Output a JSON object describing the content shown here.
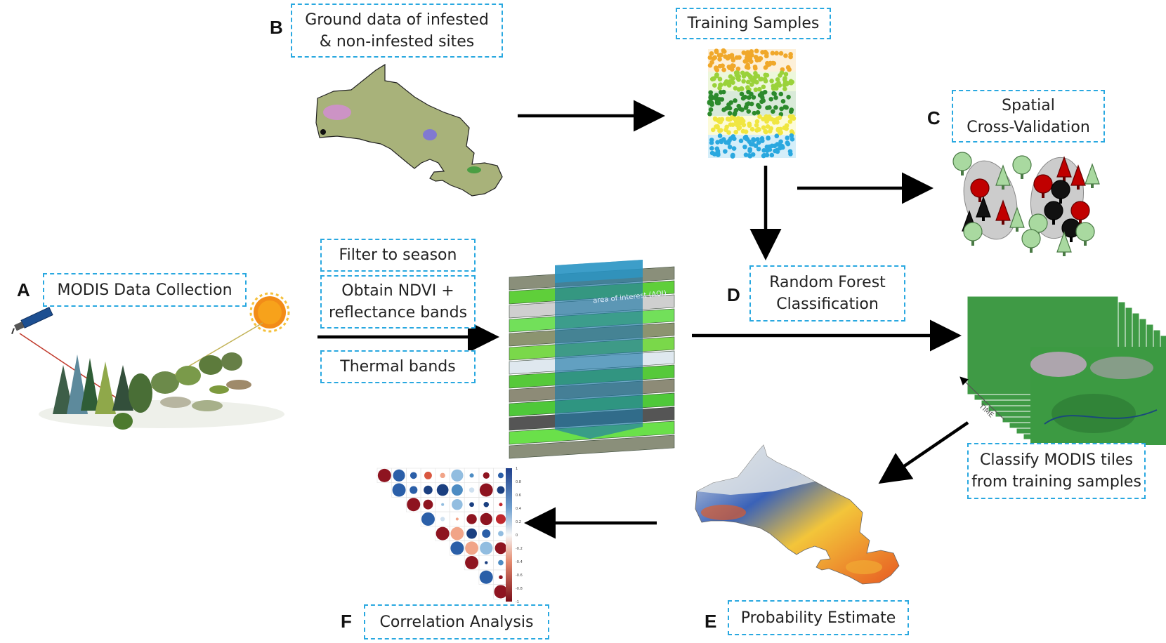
{
  "steps": {
    "a": {
      "letter": "A",
      "label": "MODIS Data Collection"
    },
    "b": {
      "letter": "B",
      "label_line1": "Ground data of infested",
      "label_line2": "& non-infested sites"
    },
    "training": {
      "label": "Training Samples"
    },
    "c": {
      "letter": "C",
      "label_line1": "Spatial",
      "label_line2": "Cross-Validation"
    },
    "d": {
      "letter": "D",
      "label_line1": "Random Forest",
      "label_line2": "Classification"
    },
    "e": {
      "letter": "E",
      "label": "Probability Estimate"
    },
    "f": {
      "letter": "F",
      "label": "Correlation Analysis"
    },
    "classify": {
      "label_line1": "Classify MODIS tiles",
      "label_line2": "from training samples"
    }
  },
  "processing": {
    "filter": "Filter to season",
    "ndvi_line1": "Obtain NDVI +",
    "ndvi_line2": "reflectance bands",
    "thermal": "Thermal bands"
  },
  "stack_label": "area of interest (AOI)",
  "time_label": "TIME",
  "colorbar_ticks": [
    "1",
    "0.8",
    "0.6",
    "0.4",
    "0.2",
    "0",
    "-0.2",
    "-0.4",
    "-0.6",
    "-0.8",
    "-1"
  ],
  "colors": {
    "box_border": "#29a8e0",
    "arrow": "#000000",
    "positive_corr": "#2b5fa8",
    "negative_corr": "#c0272d",
    "map_base": "#a8b27a",
    "infested_tree": "#c00000"
  }
}
